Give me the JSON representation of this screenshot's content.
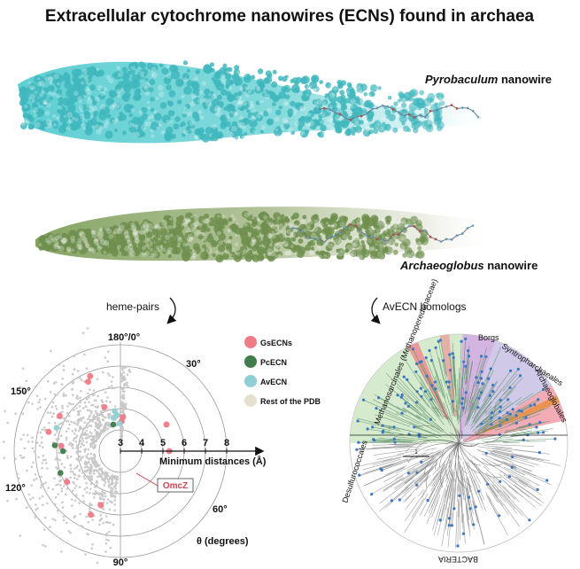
{
  "title": "Extracellular cytochrome nanowires (ECNs) found in archaea",
  "nanowires": {
    "top_label_species": "Pyrobaculum",
    "top_label_suffix": " nanowire",
    "bottom_label_species": "Archaeoglobus",
    "bottom_label_suffix": " nanowire",
    "top_color": "#5fcfd3",
    "bottom_color": "#8eab6c"
  },
  "panels": {
    "left_caption": "heme-pairs",
    "right_caption": "AvECN homologs"
  },
  "polar_chart": {
    "angle_labels": {
      "top": "180°/0°",
      "upper_right": "30°",
      "lower_right": "60°",
      "bottom": "90°",
      "lower_left": "120°",
      "upper_left": "150°"
    },
    "radial_ticks": [
      "3",
      "4",
      "5",
      "6",
      "7",
      "8"
    ],
    "radial_axis_label": "Minimum distances (Å)",
    "theta_axis_label": "θ (degrees)",
    "callout": "OmcZ",
    "legend": [
      {
        "label": "GsECNs",
        "color": "#ee7b86"
      },
      {
        "label": "PcECN",
        "color": "#3f7d4c"
      },
      {
        "label": "AvECN",
        "color": "#8fd0d6"
      },
      {
        "label": "Rest of the PDB",
        "color": "#e6e1cf"
      }
    ]
  },
  "tree": {
    "clade_labels": {
      "methano": "Methanosarcinales (Methanoperedenaceae)",
      "borgs": "Borgs",
      "syntro": "Syntropharchaeales",
      "archaeo": "Archaeoglobales",
      "desulfuro": "Desulfurococcales",
      "bacteria": "BACTERIA"
    },
    "scale_label": "1",
    "colors": {
      "methano": "#cfe8c6",
      "borgs": "#cda8dc",
      "syntro": "#c9c0e4",
      "archaeo": "#f2a3ad",
      "bacteria": "#d4d4d4",
      "highlight": "#f07f88",
      "leaf": "#3a78c2"
    }
  }
}
